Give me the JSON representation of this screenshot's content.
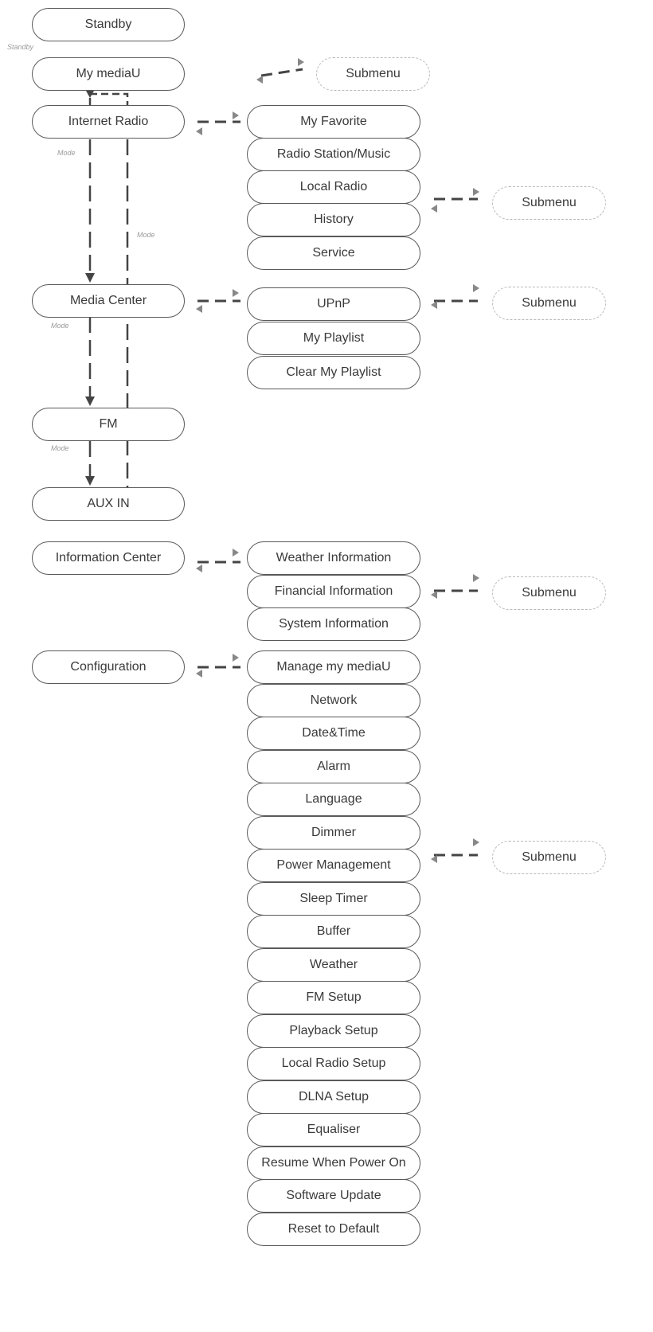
{
  "main_menu": {
    "standby": "Standby",
    "my_mediau": "My mediaU",
    "internet_radio": "Internet Radio",
    "media_center": "Media Center",
    "fm": "FM",
    "aux_in": "AUX IN",
    "information_center": "Information Center",
    "configuration": "Configuration"
  },
  "labels": {
    "standby_note": "Standby",
    "mode": "Mode",
    "submenu": "Submenu"
  },
  "internet_radio_items": [
    "My Favorite",
    "Radio Station/Music",
    "Local Radio",
    "History",
    "Service"
  ],
  "media_center_items": [
    "UPnP",
    "My Playlist",
    "Clear My Playlist"
  ],
  "information_center_items": [
    "Weather Information",
    "Financial Information",
    "System Information"
  ],
  "configuration_items": [
    "Manage my mediaU",
    "Network",
    "Date&Time",
    "Alarm",
    "Language",
    "Dimmer",
    "Power Management",
    "Sleep Timer",
    "Buffer",
    "Weather",
    "FM Setup",
    "Playback Setup",
    "Local Radio Setup",
    "DLNA Setup",
    "Equaliser",
    "Resume When Power On",
    "Software Update",
    "Reset to Default"
  ]
}
